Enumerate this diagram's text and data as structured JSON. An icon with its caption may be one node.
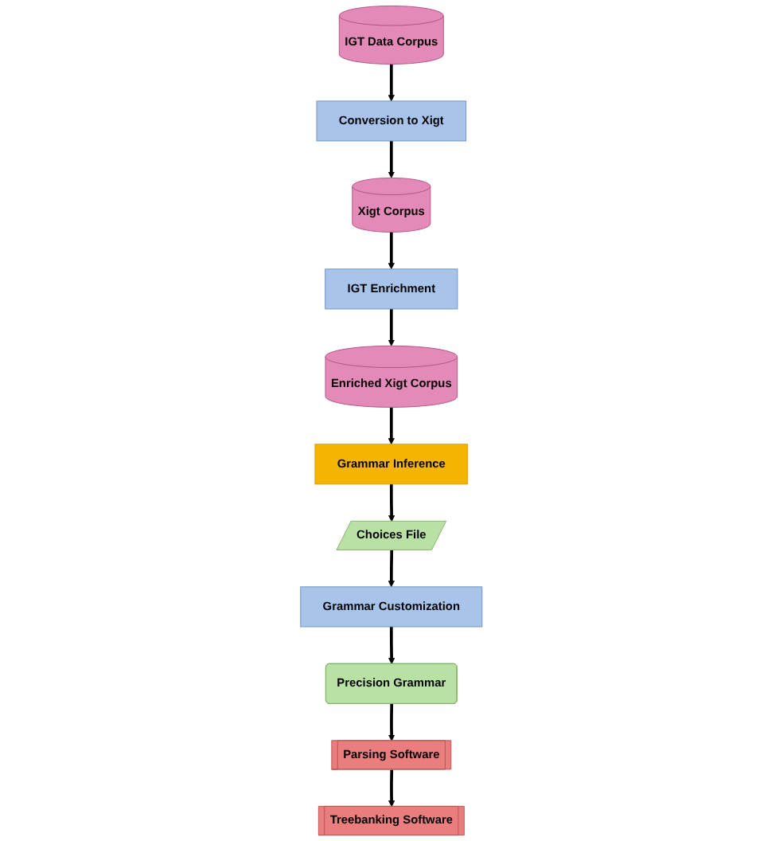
{
  "diagram": {
    "nodes": [
      {
        "text": [
          "IGT Data Corpus"
        ]
      },
      {
        "text": [
          "Conversion to Xigt"
        ]
      },
      {
        "text": [
          "Xigt Corpus"
        ]
      },
      {
        "text": [
          "IGT Enrichment"
        ]
      },
      {
        "text": [
          "Enriched Xigt Corpus"
        ]
      },
      {
        "text": [
          "Grammar Inference"
        ]
      },
      {
        "text": [
          "Choices File"
        ]
      },
      {
        "text": [
          "Grammar Customization"
        ]
      },
      {
        "text": [
          "Precision Grammar"
        ]
      },
      {
        "text": [
          "Parsing Software"
        ]
      },
      {
        "text": [
          "Treebanking Software"
        ]
      }
    ],
    "edges": [
      {
        "from": 0,
        "to": 1,
        "arrow": "to"
      },
      {
        "from": 1,
        "to": 2,
        "arrow": "to"
      },
      {
        "from": 2,
        "to": 3,
        "arrow": "to"
      },
      {
        "from": 3,
        "to": 4,
        "arrow": "to"
      },
      {
        "from": 4,
        "to": 5,
        "arrow": "to"
      },
      {
        "from": 5,
        "to": 6,
        "arrow": "to"
      },
      {
        "from": 6,
        "to": 7,
        "arrow": "to"
      },
      {
        "from": 7,
        "to": 8,
        "arrow": "to"
      },
      {
        "from": 8,
        "to": 9,
        "arrow": "to"
      },
      {
        "from": 9,
        "to": 10,
        "arrow": "to"
      }
    ]
  }
}
